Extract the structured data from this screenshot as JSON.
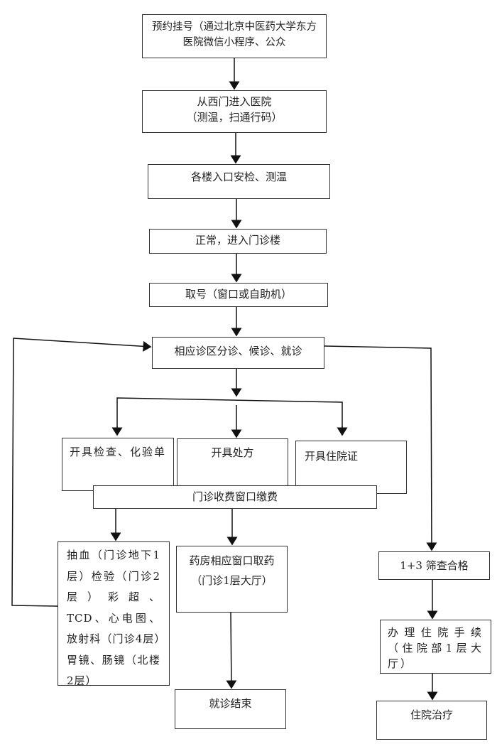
{
  "nodes": {
    "book": "预约挂号（通过北京中医药大学东方医院微信小程序、公众",
    "enter_line1": "从西门进入医院",
    "enter_line2": "（测温，扫通行码）",
    "security": "各楼入口安检、测温",
    "normal": "正常，进入门诊楼",
    "ticket": "取号（窗口或自助机）",
    "triage": "相应诊区分诊、候诊、就诊",
    "exam_order": "开具检查、化验单",
    "prescription": "开具处方",
    "admission_cert": "开具住院证",
    "payment": "门诊收费窗口缴费",
    "tests": "抽血（门诊地下1层）检验（门诊2层）彩超、TCD、心电图、放射科（门诊4层）胃镜、肠镜（北楼2层）",
    "pharmacy": "药房相应窗口取药（门诊1层大厅）",
    "end": "就诊结束",
    "screening": "1+3 筛查合格",
    "admission_proc": "办理住院手续（住院部1层大厅）",
    "inpatient": "住院治疗"
  }
}
